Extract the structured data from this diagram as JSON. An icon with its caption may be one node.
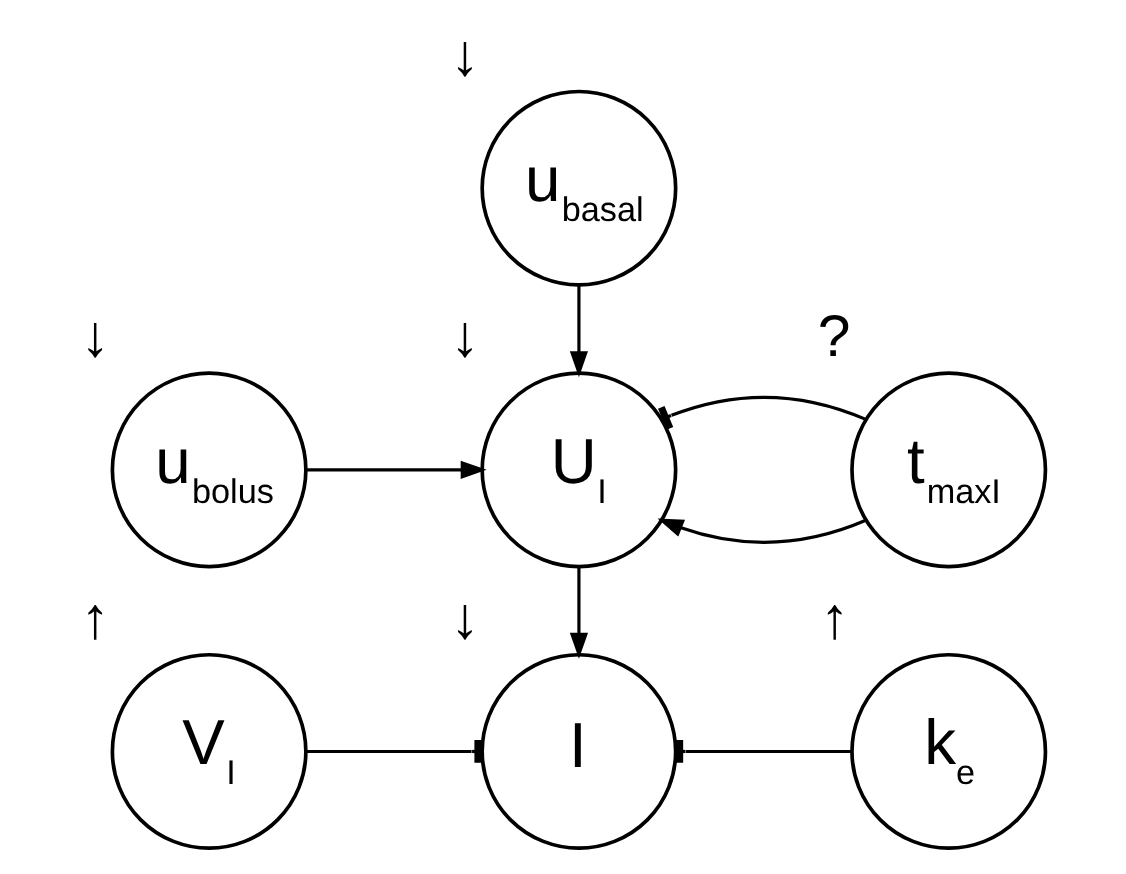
{
  "diagram": {
    "nodes": [
      {
        "text": [
          "u$_{basal}$"
        ],
        "beside": [
          "↓"
        ]
      },
      {
        "text": [
          "u$_{bolus}$"
        ],
        "beside": [
          "↓"
        ]
      },
      {
        "text": [
          "U$_{I}$"
        ],
        "beside": [
          "↓"
        ]
      },
      {
        "text": [
          "t$_{maxI}$"
        ],
        "beside": [
          "?"
        ]
      },
      {
        "text": [
          "V$_{I}$"
        ],
        "beside": [
          "↑"
        ]
      },
      {
        "text": [
          "I"
        ],
        "beside": [
          "↓"
        ]
      },
      {
        "text": [
          "k$_{e}$"
        ],
        "beside": [
          "↑"
        ]
      }
    ],
    "edges": [
      {
        "from": 0,
        "to": 2,
        "arrow": "to"
      },
      {
        "from": 1,
        "to": 2,
        "arrow": "to"
      },
      {
        "from": 3,
        "to": 2,
        "arrow": "to"
      },
      {
        "from": 3,
        "to": 2,
        "arrow": "other"
      },
      {
        "from": 2,
        "to": 5,
        "arrow": "to"
      },
      {
        "from": 4,
        "to": 5,
        "arrow": "other"
      },
      {
        "from": 6,
        "to": 5,
        "arrow": "other"
      }
    ]
  }
}
